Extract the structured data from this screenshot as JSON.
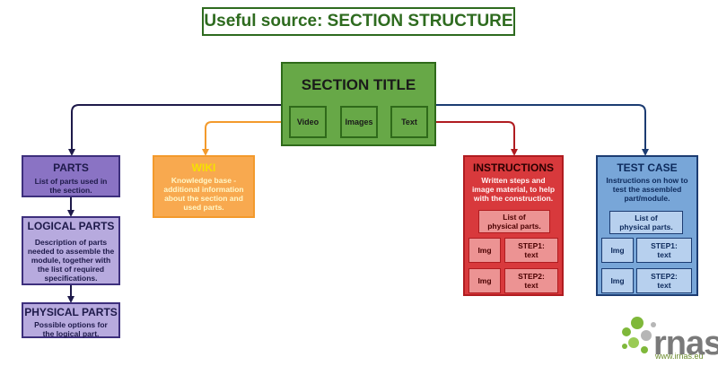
{
  "title": "Useful source: SECTION STRUCTURE",
  "section": {
    "title": "SECTION TITLE",
    "chips": [
      "Video",
      "Images",
      "Text"
    ]
  },
  "parts": {
    "title": "PARTS",
    "desc_lines": [
      "List of parts used in",
      "the section."
    ]
  },
  "logical_parts": {
    "title": "LOGICAL PARTS",
    "desc_lines": [
      "Description of parts",
      "needed to assemble the",
      "module, together with",
      "the list of required",
      "specifications."
    ]
  },
  "physical_parts": {
    "title": "PHYSICAL PARTS",
    "desc_lines": [
      "Possible options for",
      "the logical part."
    ]
  },
  "wiki": {
    "title": "WIKI",
    "desc_lines": [
      "Knowledge base -",
      "additional information",
      "about the section and",
      "used parts."
    ]
  },
  "instructions": {
    "title": "INSTRUCTIONS",
    "desc_lines": [
      "Written steps and",
      "image material, to help",
      "with the construction."
    ],
    "list_lines": [
      "List of",
      "physical parts."
    ],
    "img1": "Img",
    "step1_lines": [
      "STEP1:",
      "text"
    ],
    "img2": "Img",
    "step2_lines": [
      "STEP2:",
      "text"
    ]
  },
  "test_case": {
    "title": "TEST CASE",
    "desc_lines": [
      "Instructions on how to",
      "test the assembled",
      "part/module."
    ],
    "list_lines": [
      "List of",
      "physical parts."
    ],
    "img1": "Img",
    "step1_lines": [
      "STEP1:",
      "text"
    ],
    "img2": "Img",
    "step2_lines": [
      "STEP2:",
      "text"
    ]
  },
  "logo": {
    "text": "rnas",
    "url": "www.irnas.eu"
  },
  "colors": {
    "green": "#67a847",
    "purple": "#8a73c4",
    "orange": "#f8a94f",
    "red": "#d8393c",
    "blue": "#78a6d8"
  }
}
